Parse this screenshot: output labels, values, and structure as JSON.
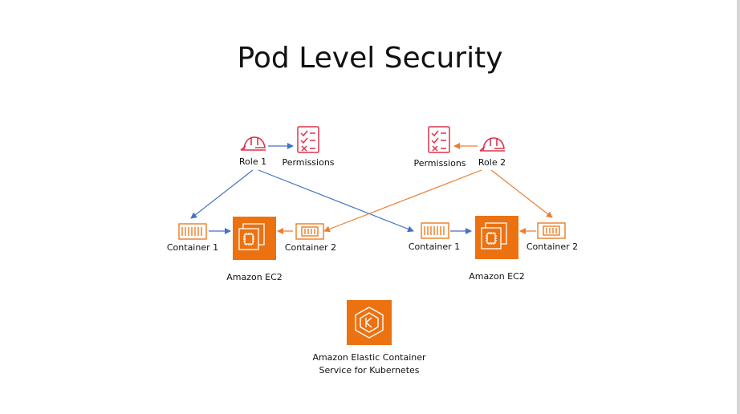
{
  "title": "Pod Level Security",
  "colors": {
    "aws_orange": "#EC7211",
    "role_red": "#DD344C",
    "blue_arrow": "#4472C4",
    "orange_arrow": "#ED7D31"
  },
  "icons": [
    "role-hardhat-icon",
    "permissions-checklist-icon",
    "container-icon",
    "ec2-instance-icon",
    "eks-icon"
  ],
  "left": {
    "role": "Role 1",
    "permissions": "Permissions",
    "container1": "Container 1",
    "container2": "Container 2",
    "ec2": "Amazon EC2"
  },
  "right": {
    "role": "Role 2",
    "permissions": "Permissions",
    "container1": "Container 1",
    "container2": "Container 2",
    "ec2": "Amazon EC2"
  },
  "eks": {
    "line1": "Amazon Elastic Container",
    "line2": "Service for Kubernetes"
  }
}
